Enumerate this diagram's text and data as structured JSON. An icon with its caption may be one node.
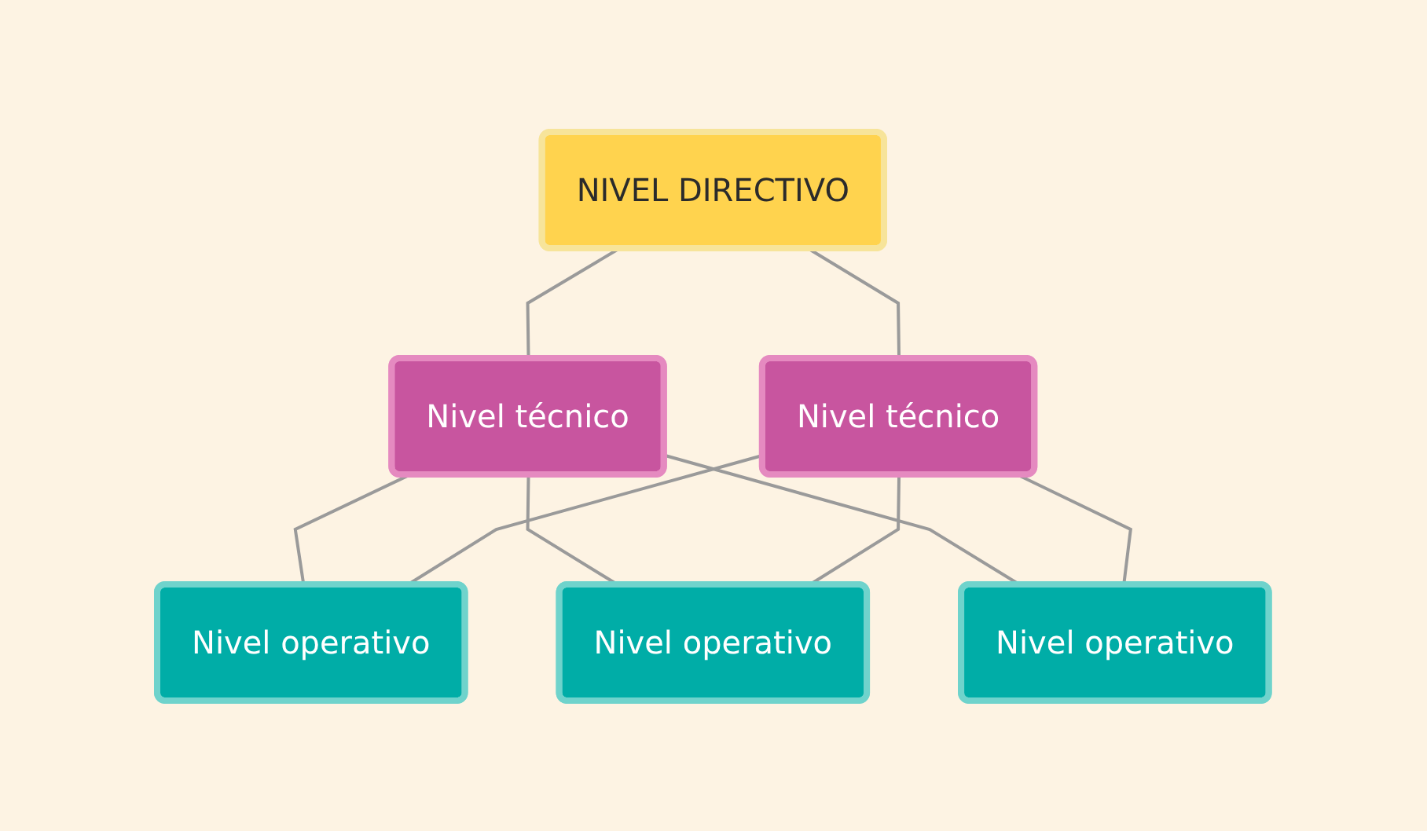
{
  "diagram": {
    "nodes": [
      {
        "text": [
          "NIVEL DIRECTIVO"
        ]
      },
      {
        "text": [
          "Nivel técnico"
        ]
      },
      {
        "text": [
          "Nivel técnico"
        ]
      },
      {
        "text": [
          "Nivel operativo"
        ]
      },
      {
        "text": [
          "Nivel operativo"
        ]
      },
      {
        "text": [
          "Nivel operativo"
        ]
      }
    ],
    "edges": [
      {
        "from": 0,
        "to": 1,
        "arrow": "none"
      },
      {
        "from": 0,
        "to": 2,
        "arrow": "none"
      },
      {
        "from": 1,
        "to": 3,
        "arrow": "none"
      },
      {
        "from": 1,
        "to": 4,
        "arrow": "none"
      },
      {
        "from": 1,
        "to": 5,
        "arrow": "none"
      },
      {
        "from": 2,
        "to": 3,
        "arrow": "none"
      },
      {
        "from": 2,
        "to": 4,
        "arrow": "none"
      },
      {
        "from": 2,
        "to": 5,
        "arrow": "none"
      }
    ]
  }
}
